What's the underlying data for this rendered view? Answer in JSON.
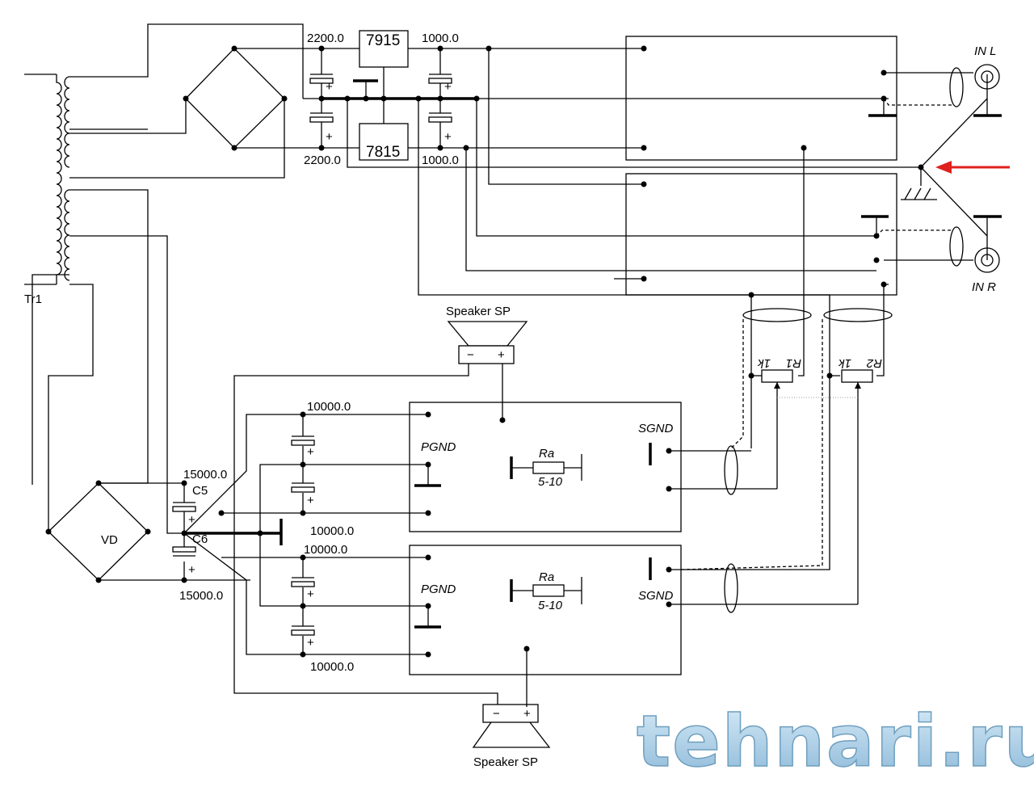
{
  "title": "Stereo amplifier wiring schematic",
  "labels": {
    "cap_top_left": "2200.0",
    "cap_bottom_left": "2200.0",
    "reg_neg": "7915",
    "reg_pos": "7815",
    "cap_top_right": "1000.0",
    "cap_bottom_right": "1000.0",
    "in_l": "IN L",
    "in_r": "IN R",
    "transformer": "Tr1",
    "speaker_top": "Speaker   SP",
    "speaker_bottom": "Speaker   SP",
    "speaker_minus": "−",
    "speaker_plus": "+",
    "r1": "R1",
    "r1_val": "1k",
    "r2": "R2",
    "r2_val": "1k",
    "sgnd": "SGND",
    "pgnd": "PGND",
    "ra": "Ra",
    "ra_val": "5-10",
    "cap_10000": "10000.0",
    "cap_15000": "15000.0",
    "c5": "C5",
    "c6": "C6",
    "vd": "VD",
    "plus": "+"
  },
  "watermark": "tehnari.ru",
  "colors": {
    "arrow": "#e0201c",
    "watermark": "#9cc4e0"
  }
}
